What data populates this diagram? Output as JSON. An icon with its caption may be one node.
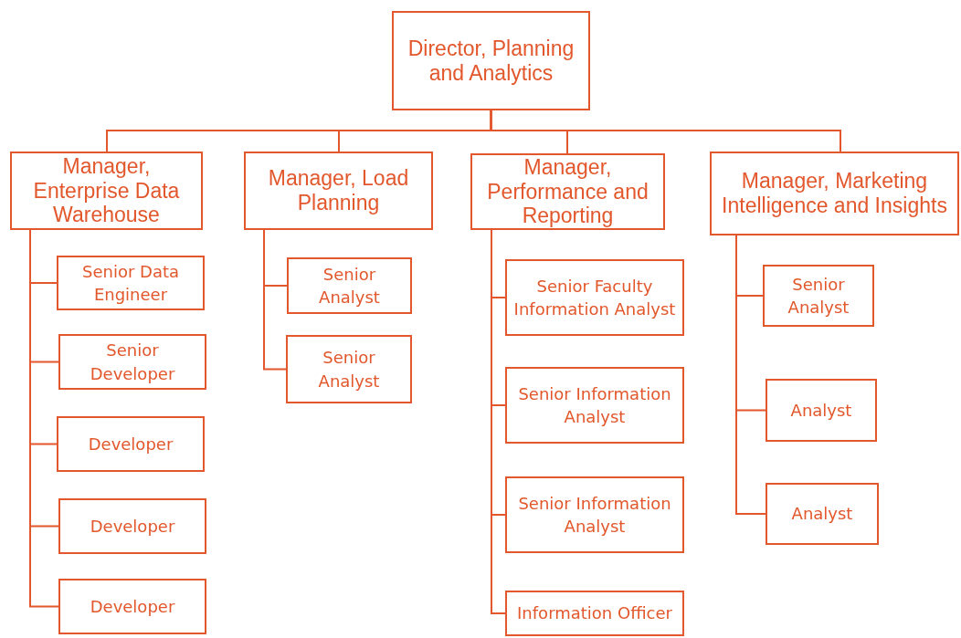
{
  "diagram": {
    "nodes": [
      {
        "text": [
          "Director, Planning and Analytics"
        ]
      },
      {
        "text": [
          "Manager, Enterprise Data Warehouse"
        ]
      },
      {
        "text": [
          "Manager, Load Planning"
        ]
      },
      {
        "text": [
          "Manager, Performance and Reporting"
        ]
      },
      {
        "text": [
          "Manager, Marketing Intelligence and Insights"
        ]
      },
      {
        "text": [
          "Senior Data Engineer"
        ]
      },
      {
        "text": [
          "Senior Developer"
        ]
      },
      {
        "text": [
          "Developer"
        ]
      },
      {
        "text": [
          "Developer"
        ]
      },
      {
        "text": [
          "Developer"
        ]
      },
      {
        "text": [
          "Senior Analyst"
        ]
      },
      {
        "text": [
          "Senior Analyst"
        ]
      },
      {
        "text": [
          "Senior Faculty Information Analyst"
        ]
      },
      {
        "text": [
          "Senior Information Analyst"
        ]
      },
      {
        "text": [
          "Senior Information Analyst"
        ]
      },
      {
        "text": [
          "Information Officer"
        ]
      },
      {
        "text": [
          "Senior Analyst"
        ]
      },
      {
        "text": [
          "Analyst"
        ]
      },
      {
        "text": [
          "Analyst"
        ]
      }
    ],
    "edges": [
      {
        "from": 0,
        "to": 1,
        "arrow": "none"
      },
      {
        "from": 0,
        "to": 2,
        "arrow": "none"
      },
      {
        "from": 0,
        "to": 3,
        "arrow": "none"
      },
      {
        "from": 0,
        "to": 4,
        "arrow": "none"
      },
      {
        "from": 1,
        "to": 5,
        "arrow": "none"
      },
      {
        "from": 1,
        "to": 6,
        "arrow": "none"
      },
      {
        "from": 1,
        "to": 7,
        "arrow": "none"
      },
      {
        "from": 1,
        "to": 8,
        "arrow": "none"
      },
      {
        "from": 1,
        "to": 9,
        "arrow": "none"
      },
      {
        "from": 2,
        "to": 10,
        "arrow": "none"
      },
      {
        "from": 2,
        "to": 11,
        "arrow": "none"
      },
      {
        "from": 3,
        "to": 12,
        "arrow": "none"
      },
      {
        "from": 3,
        "to": 13,
        "arrow": "none"
      },
      {
        "from": 3,
        "to": 14,
        "arrow": "none"
      },
      {
        "from": 3,
        "to": 15,
        "arrow": "none"
      },
      {
        "from": 4,
        "to": 16,
        "arrow": "none"
      },
      {
        "from": 4,
        "to": 17,
        "arrow": "none"
      },
      {
        "from": 4,
        "to": 18,
        "arrow": "none"
      }
    ]
  }
}
